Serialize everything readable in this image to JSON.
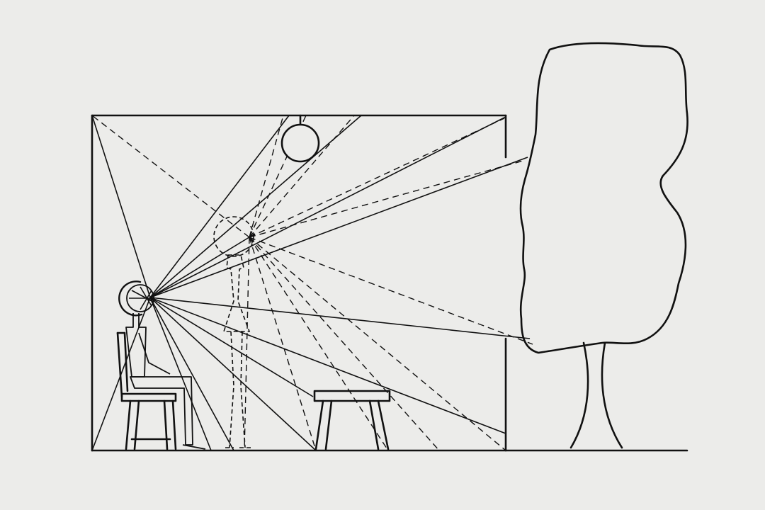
{
  "diagram": {
    "ink_color": "#111111",
    "paper_color": "#ececea",
    "elements": [
      "room",
      "hanging-lamp",
      "seated-observer",
      "standing-figure",
      "bench",
      "tree-outside"
    ]
  }
}
